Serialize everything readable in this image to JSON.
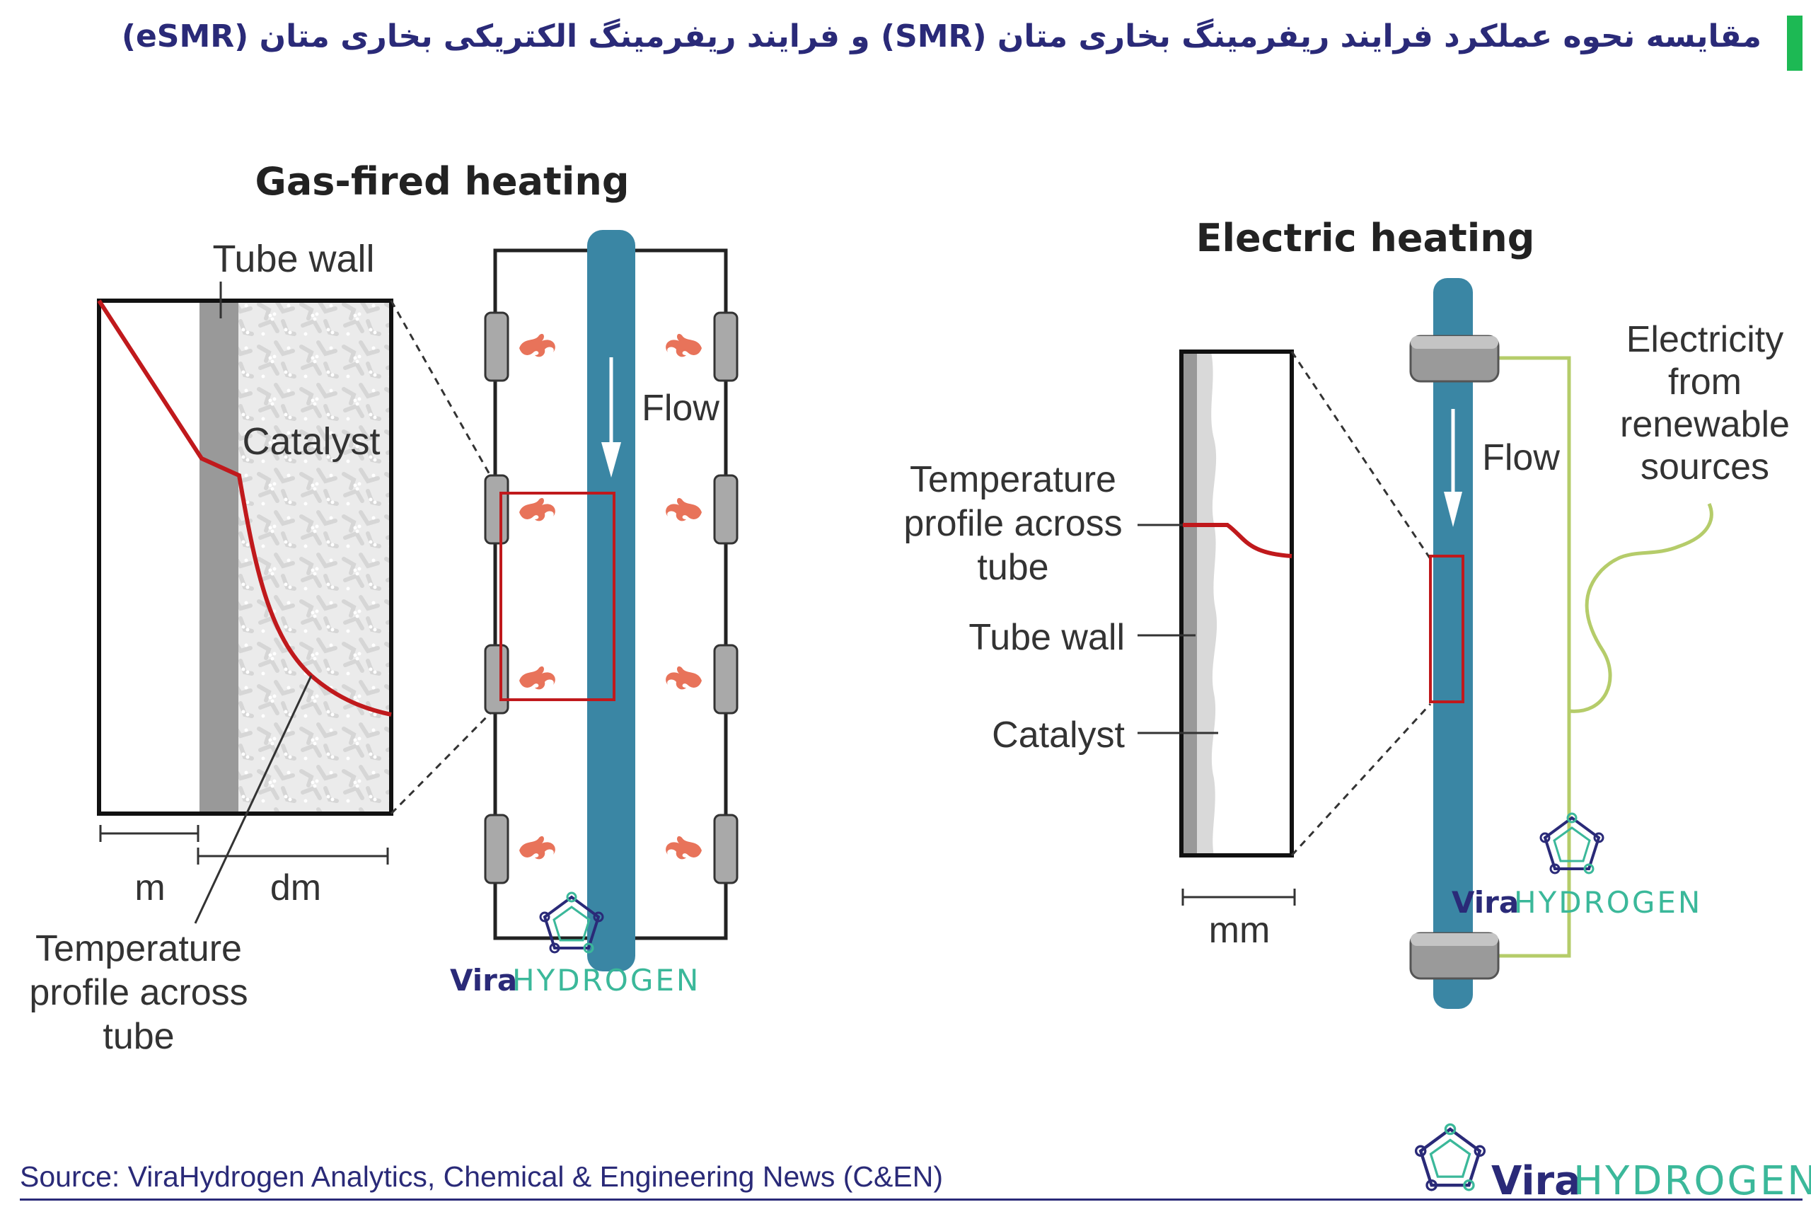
{
  "header": {
    "title": "مقایسه نحوه عملکرد فرایند ریفرمینگ بخاری متان (SMR) و فرایند ریفرمینگ الکتریکی بخاری متان (eSMR)",
    "accent_color": "#1db954",
    "title_color": "#2a2a78"
  },
  "gas_fired": {
    "heading": "Gas-fired heating",
    "tube_wall": "Tube wall",
    "catalyst": "Catalyst",
    "flow": "Flow",
    "scale_left": "m",
    "scale_right": "dm",
    "temp_line1": "Temperature",
    "temp_line2": "profile across",
    "temp_line3": "tube"
  },
  "electric": {
    "heading": "Electric heating",
    "temp_line1": "Temperature",
    "temp_line2": "profile across",
    "temp_line3": "tube",
    "tube_wall": "Tube wall",
    "catalyst": "Catalyst",
    "scale": "mm",
    "flow": "Flow",
    "elec_line1": "Electricity",
    "elec_line2": "from",
    "elec_line3": "renewable",
    "elec_line4": "sources"
  },
  "watermark": {
    "vira": "Vira",
    "hydrogen": "HYDROGEN"
  },
  "footer": {
    "source": "Source: ViraHydrogen Analytics, Chemical & Engineering News (C&EN)"
  },
  "colors": {
    "tube": "#3a86a4",
    "profile_line": "#c0191c",
    "flame": "#e8735a",
    "burner": "#a9a9a9",
    "wire": "#b5cc6a"
  }
}
